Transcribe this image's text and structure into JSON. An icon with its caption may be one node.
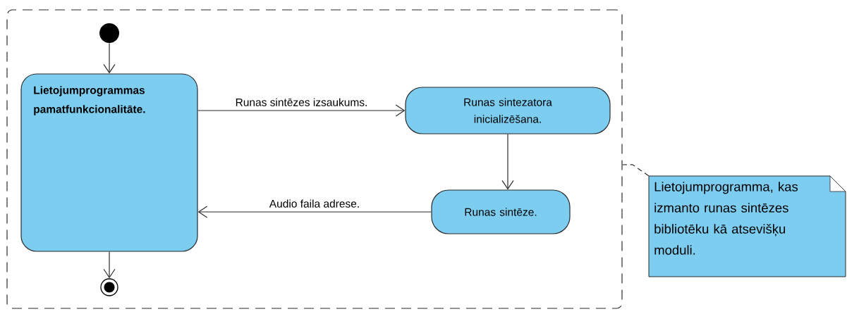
{
  "diagram": {
    "nodes": [
      {
        "text": [],
        "shape": "box"
      },
      {
        "text": [],
        "shape": "circle",
        "in": 0
      },
      {
        "text": [
          "Lietojumprogrammas pamatfunkcionalitāte."
        ],
        "in": 0
      },
      {
        "text": [
          "Runas sintezatora inicializēšana."
        ],
        "in": 0
      },
      {
        "text": [
          "Runas sintēze."
        ],
        "in": 0
      },
      {
        "text": [],
        "shape": "circle",
        "in": 0
      },
      {
        "text": [
          "Lietojumprogramma, kas izmanto runas sintēzes bibliotēku kā atsevišķu moduli."
        ]
      }
    ],
    "edges": [
      {
        "from": 1,
        "to": 2,
        "arrow": "to"
      },
      {
        "from": 2,
        "to": 3,
        "arrow": "to",
        "label": "Runas sintēzes izsaukums."
      },
      {
        "from": 3,
        "to": 4,
        "arrow": "to"
      },
      {
        "from": 4,
        "to": 2,
        "arrow": "to",
        "label": "Audio faila adrese."
      },
      {
        "from": 2,
        "to": 5,
        "arrow": "to"
      },
      {
        "from": 6,
        "to": 0,
        "arrow": "none",
        "style": "dashed"
      }
    ]
  }
}
